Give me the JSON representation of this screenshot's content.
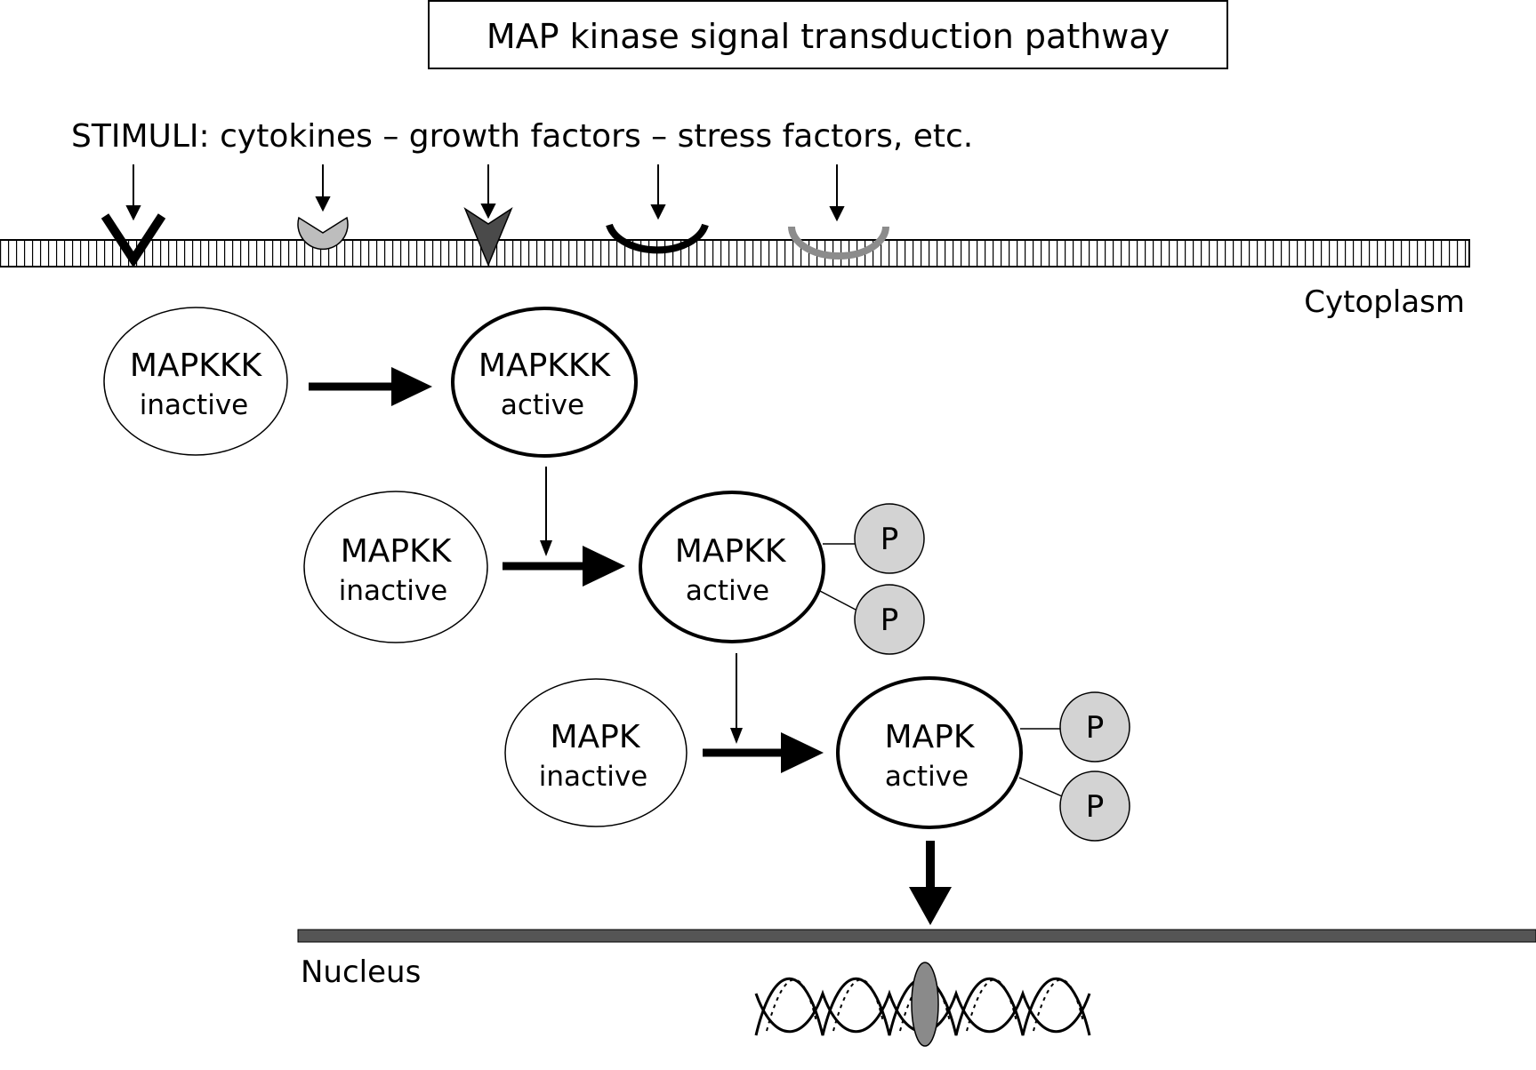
{
  "title": "MAP kinase signal transduction pathway",
  "stimuli_label": "STIMULI: cytokines – growth factors – stress factors, etc.",
  "compartments": {
    "cytoplasm": "Cytoplasm",
    "nucleus": "Nucleus"
  },
  "cascade": {
    "mapkkk": {
      "inactive": {
        "name": "MAPKKK",
        "state": "inactive"
      },
      "active": {
        "name": "MAPKKK",
        "state": "active"
      }
    },
    "mapkk": {
      "inactive": {
        "name": "MAPKK",
        "state": "inactive"
      },
      "active": {
        "name": "MAPKK",
        "state": "active"
      }
    },
    "mapk": {
      "inactive": {
        "name": "MAPK",
        "state": "inactive"
      },
      "active": {
        "name": "MAPK",
        "state": "active"
      }
    }
  },
  "phosphate_label": "P",
  "receptors": [
    "v-shape-receptor",
    "notched-disc-receptor",
    "arrowhead-receptor",
    "black-cup-receptor",
    "grey-cup-receptor"
  ],
  "colors": {
    "phosphate_fill": "#d3d3d3",
    "arrowhead_receptor": "#4a4a4a",
    "notched_receptor": "#bdbdbd",
    "grey_cup": "#8c8c8c",
    "nuclear_membrane": "#555555",
    "transcription_factor": "#8a8a8a"
  }
}
